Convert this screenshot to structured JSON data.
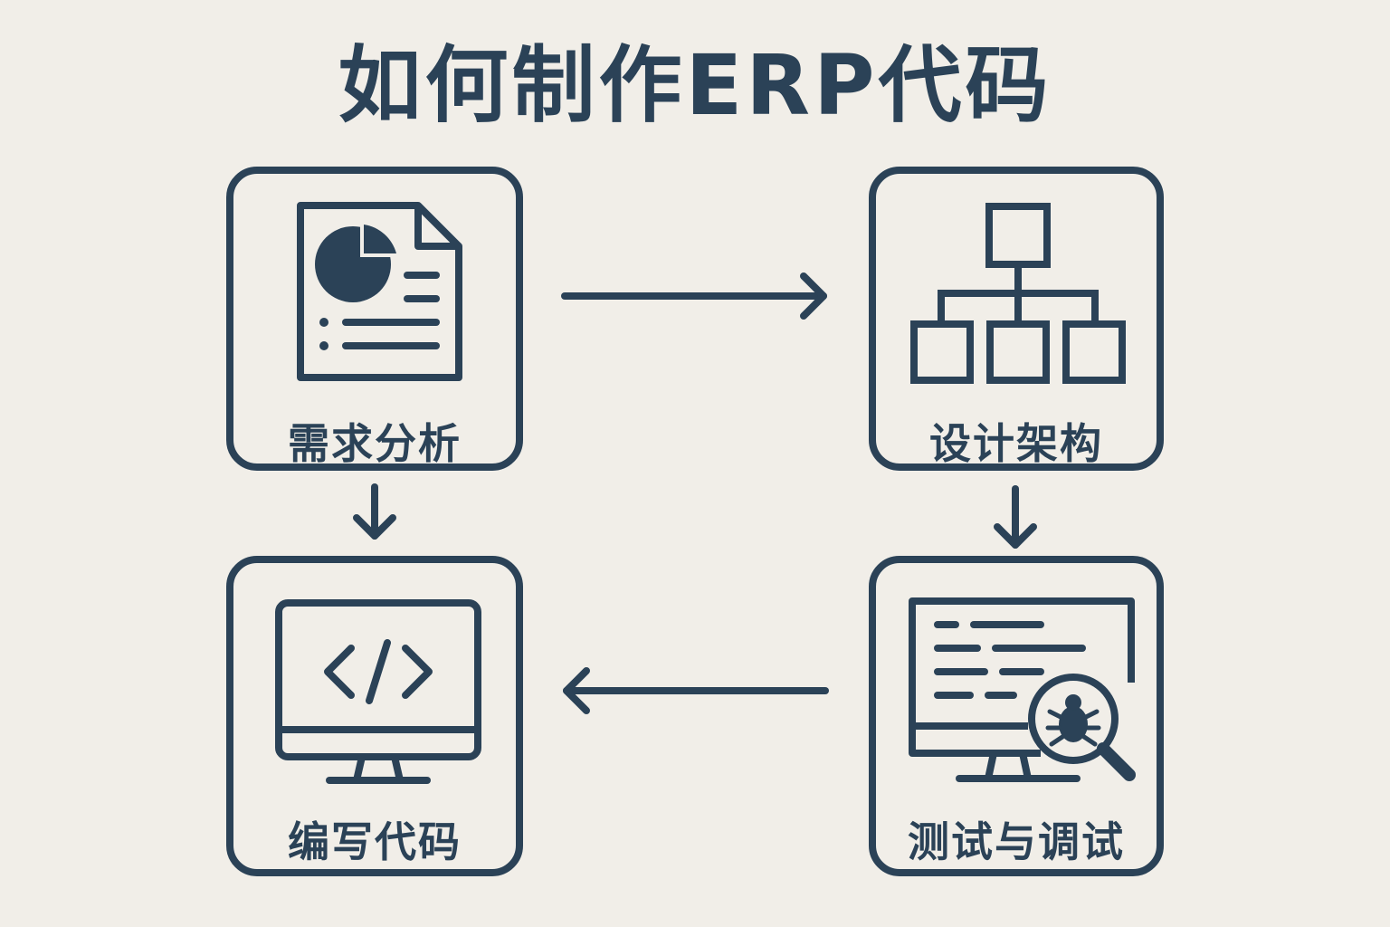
{
  "title": "如何制作ERP代码",
  "steps": {
    "requirements": {
      "label": "需求分析",
      "icon": "document-chart-icon"
    },
    "architecture": {
      "label": "设计架构",
      "icon": "org-chart-icon"
    },
    "coding": {
      "label": "编写代码",
      "icon": "code-monitor-icon"
    },
    "testing": {
      "label": "测试与调试",
      "icon": "bug-magnifier-icon"
    }
  },
  "flow": [
    {
      "from": "需求分析",
      "to": "设计架构"
    },
    {
      "from": "需求分析",
      "to": "编写代码"
    },
    {
      "from": "设计架构",
      "to": "测试与调试"
    },
    {
      "from": "测试与调试",
      "to": "编写代码"
    }
  ],
  "colors": {
    "ink": "#2b4257",
    "background": "#f1eee8"
  }
}
